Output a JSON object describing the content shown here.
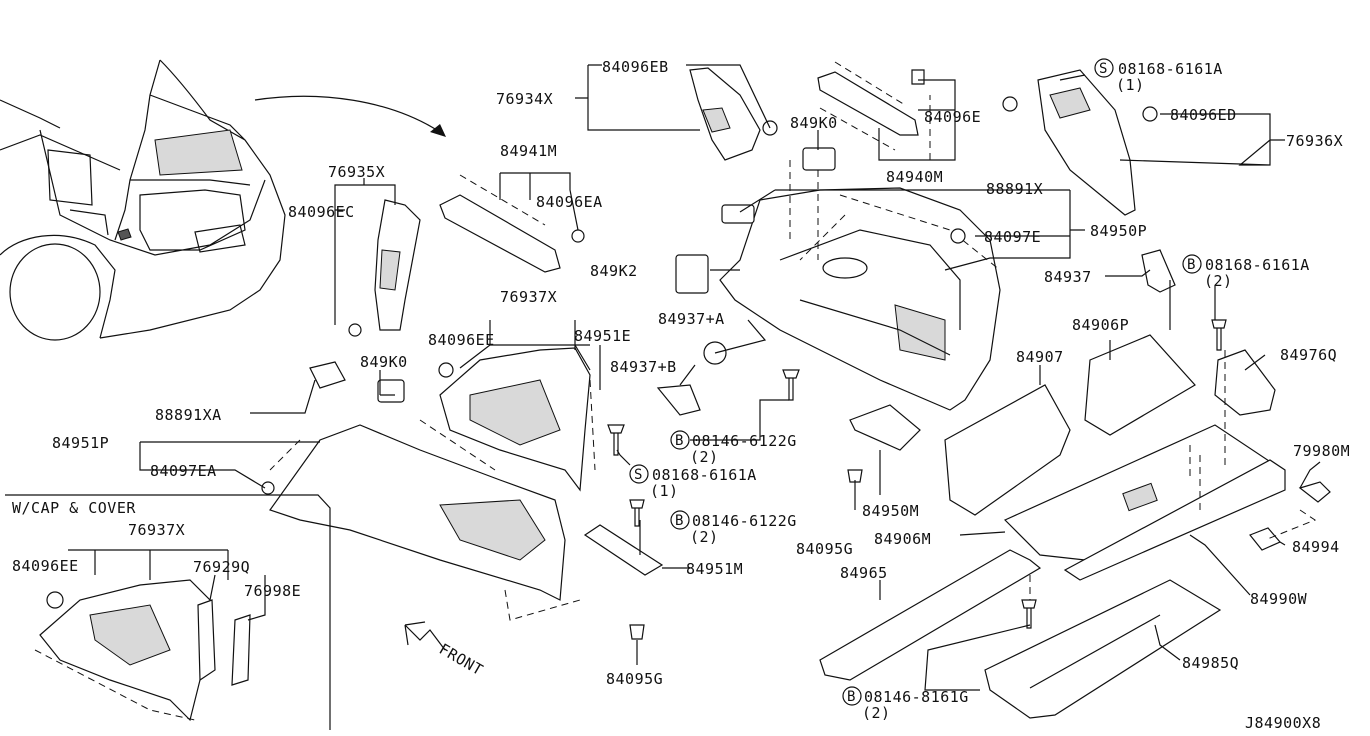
{
  "diagram_code": "J84900X8",
  "inset_title": "W/CAP & COVER",
  "front_label": "FRONT",
  "labels": {
    "p84096EB": "84096EB",
    "p76934X": "76934X",
    "p849K0_top": "849K0",
    "p84096E": "84096E",
    "p84940M": "84940M",
    "p84941M": "84941M",
    "p84096EA": "84096EA",
    "p76935X": "76935X",
    "p84096EC": "84096EC",
    "s08168_top_num": "08168-6161A",
    "s08168_top_qty": "(1)",
    "p84096ED": "84096ED",
    "p76936X": "76936X",
    "p88891X": "88891X",
    "p84097E": "84097E",
    "p84950P": "84950P",
    "p849K2": "849K2",
    "p84937": "84937",
    "b08168_num": "08168-6161A",
    "b08168_qty": "(2)",
    "p76937X": "76937X",
    "p84096EE": "84096EE",
    "p84951E": "84951E",
    "p849K0_mid": "849K0",
    "p84937A": "84937+A",
    "p84937B": "84937+B",
    "p84906P": "84906P",
    "p84907": "84907",
    "p84976Q": "84976Q",
    "p88891XA": "88891XA",
    "p84951P": "84951P",
    "b08146_mid_num": "08146-6122G",
    "b08146_mid_qty": "(2)",
    "s08168_mid_num": "08168-6161A",
    "s08168_mid_qty": "(1)",
    "p84097EA": "84097EA",
    "p79980M": "79980M",
    "b08146_low_num": "08146-6122G",
    "b08146_low_qty": "(2)",
    "p84950M": "84950M",
    "p84906M": "84906M",
    "p84095G_right": "84095G",
    "p84994": "84994",
    "p84951M": "84951M",
    "p84965": "84965",
    "p84990W": "84990W",
    "p84985Q": "84985Q",
    "b08146_bot_num": "08146-8161G",
    "b08146_bot_qty": "(2)",
    "p84095G_bottom": "84095G",
    "inset_76937X": "76937X",
    "inset_84096EE": "84096EE",
    "inset_76929Q": "76929Q",
    "inset_76998E": "76998E"
  },
  "symbols": {
    "screw": "S",
    "bolt": "B"
  }
}
